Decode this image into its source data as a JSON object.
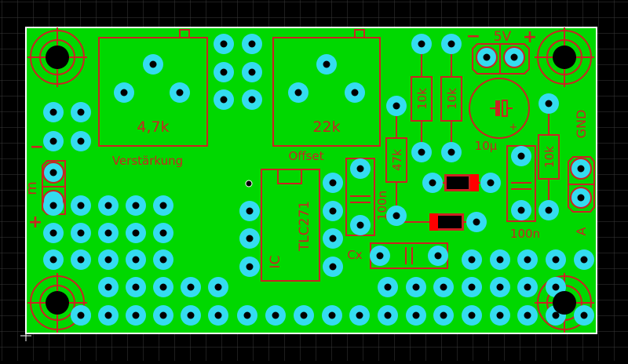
{
  "labels": {
    "pot_gain_value": "4,7k",
    "pot_gain_name": "Verstärkung",
    "pot_offset_value": "22k",
    "pot_offset_name": "Offset",
    "r1": "10k",
    "r2": "10k",
    "r3": "47k",
    "r4": "10k",
    "supply_minus": "−",
    "supply_voltage": "5V",
    "supply_plus": "+",
    "elko_value": "10µ",
    "elko_plus": "+",
    "gnd": "GND",
    "output_a": "A",
    "cap_100n_left": "100n",
    "cap_100n_right": "100n",
    "cap_cx": "Cx",
    "ic_prefix": "IC",
    "ic_name": "TLC271",
    "input_m": "m",
    "input_minus": "−",
    "input_plus": "+"
  },
  "colors": {
    "background": "#000000",
    "grid": "#3a3a3a",
    "board_border": "#ffffff",
    "copper": "#00d800",
    "silkscreen": "#cc2222",
    "pad": "#34dcf0",
    "drill": "#000000",
    "marker": "#ff0000"
  }
}
